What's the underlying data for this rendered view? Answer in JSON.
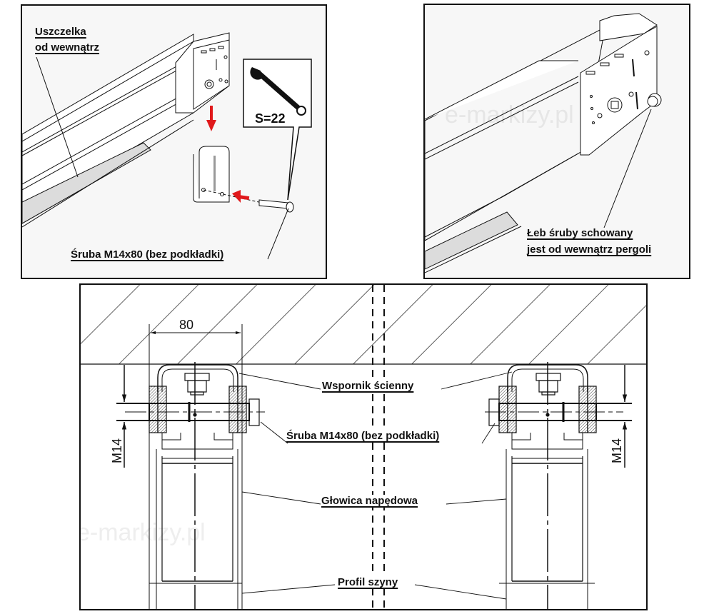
{
  "panel_a": {
    "label_seal_line1": "Uszczelka",
    "label_seal_line2": "od wewnątrz",
    "wrench_size": "S=22",
    "label_bolt": "Śruba M14x80 (bez podkładki)"
  },
  "panel_b": {
    "label_head_line1": "Łeb śruby schowany",
    "label_head_line2": "jest od wewnątrz pergoli",
    "watermark": "e-markizy.pl"
  },
  "panel_c": {
    "dimension_width": "80",
    "dimension_left_bolt": "M14",
    "dimension_right_bolt": "M14",
    "label_wall_bracket": "Wspornik ścienny",
    "label_bolt": "Śruba M14x80 (bez podkładki)",
    "label_drive_head": "Głowica napędowa",
    "label_rail_profile": "Profil szyny",
    "watermark": "e-markizy.pl"
  },
  "colors": {
    "line": "#111111",
    "arrow_red": "#e0191b",
    "seal_fill": "#dcdcdc",
    "panel_bg": "#f7f7f7"
  }
}
